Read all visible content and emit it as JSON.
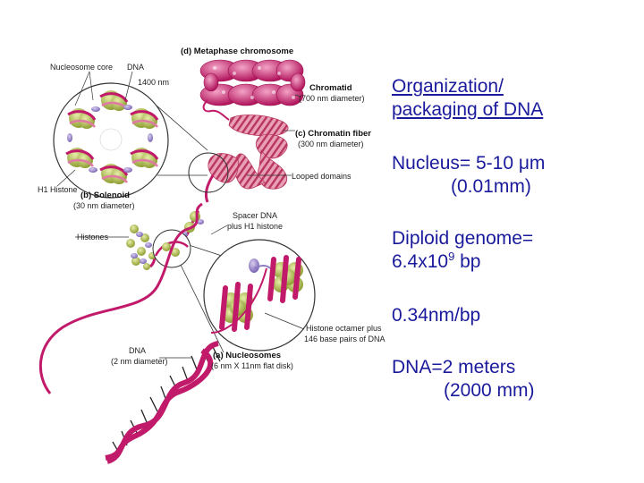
{
  "panel": {
    "title_line1": "Organization/",
    "title_line2": "packaging of DNA",
    "nucleus_line1": "Nucleus= 5-10 μm",
    "nucleus_line2": "(0.01mm)",
    "genome_line1": "Diploid genome=",
    "genome_base": "6.4x10",
    "genome_exp": "9",
    "genome_unit": " bp",
    "spacing": "0.34nm/bp",
    "length_line1": "DNA=2 meters",
    "length_line2": "(2000 mm)"
  },
  "figure": {
    "metaphase": "(d) Metaphase chromosome",
    "nucleosome_core": "Nucleosome core",
    "dna_top": "DNA",
    "nm1400": "1400 nm",
    "chromatid": "Chromatid",
    "chromatid_sub": "(700 nm diameter)",
    "chromatin_fiber": "(c) Chromatin fiber",
    "chromatin_sub": "(300 nm diameter)",
    "looped": "Looped domains",
    "h1_histone": "H1 Histone",
    "solenoid": "(b) Solenoid",
    "solenoid_sub": "(30 nm diameter)",
    "spacer1": "Spacer DNA",
    "spacer2": "plus H1 histone",
    "histones": "Histones",
    "octamer1": "Histone octamer plus",
    "octamer2": "146 base pairs of DNA",
    "dna_bottom": "DNA",
    "dna_bottom_sub": "(2 nm diameter)",
    "nucleosomes": "(a) Nucleosomes",
    "nucleosomes_sub": "(6 nm X 11nm flat disk)"
  },
  "colors": {
    "panel_text": "#1a1a9c",
    "dna_magenta": "#c21a6a",
    "histone_green": "#a8b84a",
    "h1_purple": "#8e7cc3",
    "fiber_pink": "#d96b8c"
  }
}
